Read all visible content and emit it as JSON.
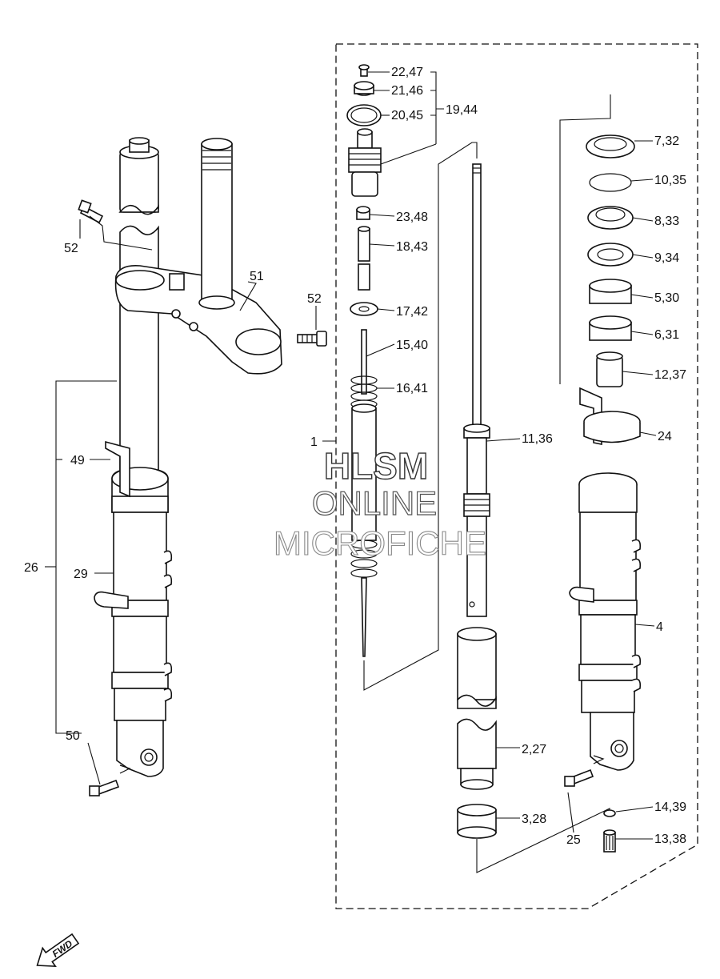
{
  "watermark": {
    "line1": "HLSM",
    "line2": "ONLINE",
    "line3": "MICROFICHE"
  },
  "fwd_label": "FWD",
  "labels": {
    "p52a": "52",
    "p51": "51",
    "p52b": "52",
    "p49": "49",
    "p26": "26",
    "p29": "29",
    "p50": "50",
    "p1": "1",
    "p22_47": "22,47",
    "p21_46": "21,46",
    "p20_45": "20,45",
    "p19_44": "19,44",
    "p23_48": "23,48",
    "p18_43": "18,43",
    "p17_42": "17,42",
    "p15_40": "15,40",
    "p16_41": "16,41",
    "p11_36": "11,36",
    "p2_27": "2,27",
    "p3_28": "3,28",
    "p7_32": "7,32",
    "p10_35": "10,35",
    "p8_33": "8,33",
    "p9_34": "9,34",
    "p5_30": "5,30",
    "p6_31": "6,31",
    "p12_37": "12,37",
    "p24": "24",
    "p4": "4",
    "p25": "25",
    "p14_39": "14,39",
    "p13_38": "13,38"
  }
}
